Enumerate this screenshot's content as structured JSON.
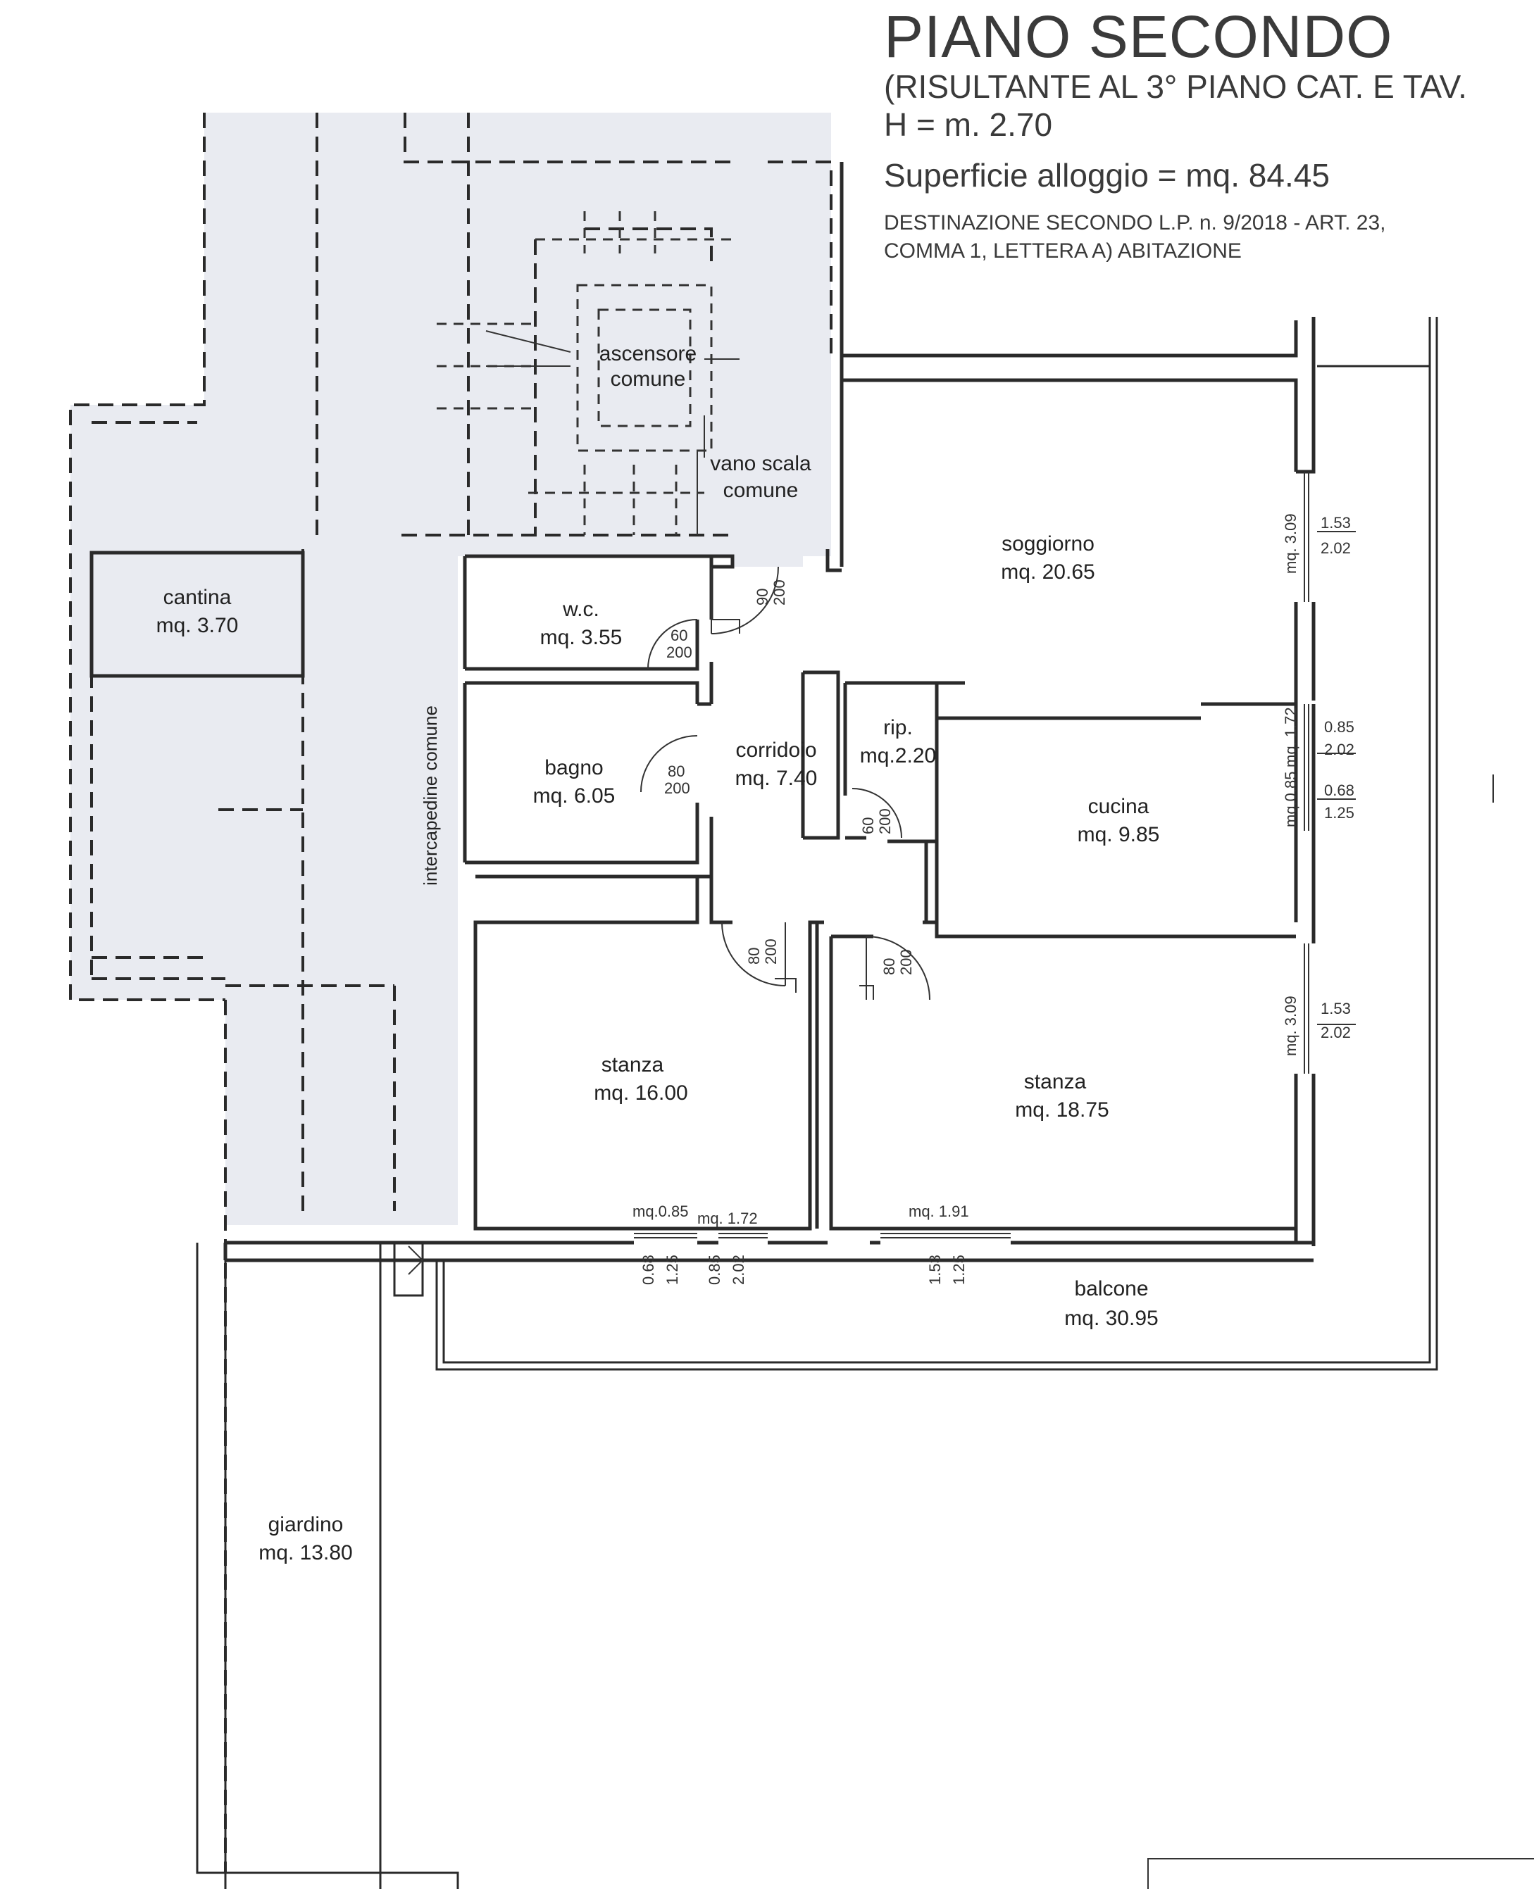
{
  "header": {
    "title": "PIANO SECONDO",
    "subtitle": "(RISULTANTE AL 3° PIANO CAT. E TAV.",
    "height": "H = m.  2.70",
    "surface": "Superficie alloggio = mq. 84.45",
    "destination_line1": "DESTINAZIONE SECONDO L.P. n. 9/2018 - ART. 23,",
    "destination_line2": "COMMA 1, LETTERA A) ABITAZIONE"
  },
  "rooms": {
    "ascensore": {
      "name": "ascensore",
      "area": "comune"
    },
    "vano_scala": {
      "name": "vano scala",
      "area": "comune"
    },
    "soggiorno": {
      "name": "soggiorno",
      "area": "mq. 20.65"
    },
    "cantina": {
      "name": "cantina",
      "area": "mq. 3.70"
    },
    "wc": {
      "name": "w.c.",
      "area": "mq. 3.55"
    },
    "bagno": {
      "name": "bagno",
      "area": "mq. 6.05"
    },
    "corridoio": {
      "name": "corridoio",
      "area": "mq. 7.40"
    },
    "rip": {
      "name": "rip.",
      "area": "mq.2.20"
    },
    "cucina": {
      "name": "cucina",
      "area": "mq. 9.85"
    },
    "stanza1": {
      "name": "stanza",
      "area": "mq. 16.00"
    },
    "stanza2": {
      "name": "stanza",
      "area": "mq. 18.75"
    },
    "balcone": {
      "name": "balcone",
      "area": "mq. 30.95"
    },
    "giardino": {
      "name": "giardino",
      "area": "mq. 13.80"
    },
    "intercapedine": {
      "name": "intercapedine comune"
    }
  },
  "doors": {
    "d_corr_top": {
      "w": "90",
      "h": "200"
    },
    "d_wc": {
      "w": "60",
      "h": "200"
    },
    "d_bagno": {
      "w": "80",
      "h": "200"
    },
    "d_rip": {
      "w": "60",
      "h": "200"
    },
    "d_stanza1": {
      "w": "80",
      "h": "200"
    },
    "d_stanza2": {
      "w": "80",
      "h": "200"
    }
  },
  "windows": {
    "sogg": {
      "mq": "mq. 3.09",
      "w": "1.53",
      "h": "2.02"
    },
    "cuc1": {
      "mq": "mq. 1.72",
      "w": "0.85",
      "h": "2.02"
    },
    "cuc2": {
      "mq": "mq.0.85",
      "w": "0.68",
      "h": "1.25"
    },
    "st2r": {
      "mq": "mq. 3.09",
      "w": "1.53",
      "h": "2.02"
    },
    "st1a": {
      "mq": "mq.0.85",
      "w": "0.68",
      "h": "1.25"
    },
    "st1b": {
      "mq": "mq. 1.72",
      "w": "0.85",
      "h": "2.02"
    },
    "st2b": {
      "mq": "mq. 1.91",
      "w": "1.53",
      "h": "1.25"
    }
  }
}
